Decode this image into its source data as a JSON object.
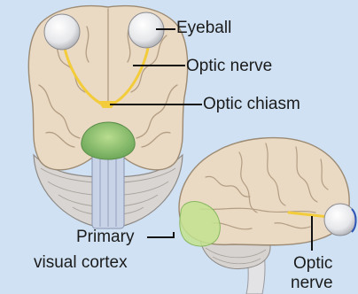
{
  "labels": {
    "eyeball": "Eyeball",
    "optic_nerve": "Optic nerve",
    "optic_chiasm": "Optic chiasm",
    "primary_visual_cortex_line1": "Primary",
    "primary_visual_cortex_line2": "visual cortex",
    "optic_nerve_lateral_line1": "Optic",
    "optic_nerve_lateral_line2": "nerve"
  },
  "colors": {
    "background": "#cfe1f2",
    "brain_tissue": "#ead9c3",
    "brain_outline": "#9c8a73",
    "optic_pathway": "#f2cc3a",
    "visual_cortex": "#bfe08a",
    "brainstem_green": "#7fb36a",
    "cerebellum": "#d6d3d0",
    "eyeball": "#f1f1f3"
  }
}
